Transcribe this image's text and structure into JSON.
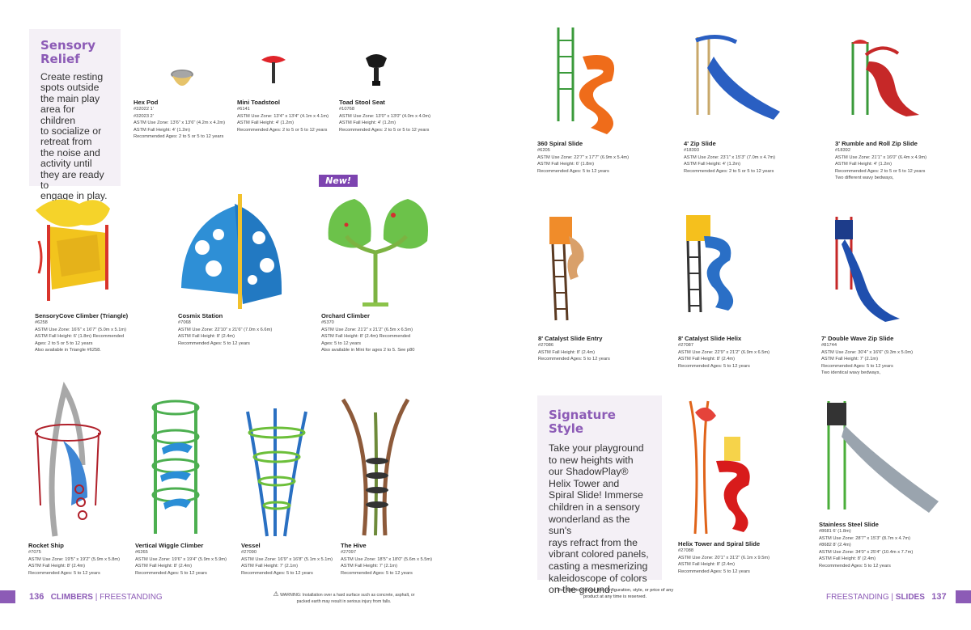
{
  "sensory_relief": {
    "title": "Sensory\nRelief",
    "body": "Create resting\nspots outside\nthe main play\narea for children\nto socialize or\nretreat from\nthe noise and\nactivity until\nthey are ready to\nengage in play."
  },
  "signature_style": {
    "title": "Signature Style",
    "body": "Take your playground\nto new heights with\nour ShadowPlay®\nHelix Tower and\nSpiral Slide! Immerse\nchildren in a sensory\nwonderland as the sun's\nrays refract from the\nvibrant colored panels,\ncasting a mesmerizing\nkaleidoscope of colors\non the ground."
  },
  "new_badge": "New!",
  "products": {
    "hex_pod": {
      "name": "Hex Pod",
      "lines": [
        "#32022   1'",
        "#32023   2'",
        "ASTM Use Zone: 13'6\" x 13'6\" (4.2m x 4.2m)",
        "ASTM Fall Height: 4' (1.2m)",
        "Recommended Ages: 2 to 5 or 5 to 12 years"
      ]
    },
    "mini_toadstool": {
      "name": "Mini Toadstool",
      "lines": [
        "#6141",
        "ASTM Use Zone: 13'4\" x 13'4\" (4.1m x 4.1m)",
        "ASTM Fall Height: 4' (1.2m)",
        "Recommended Ages: 2 to 5 or 5 to 12 years"
      ]
    },
    "toad_stool_seat": {
      "name": "Toad Stool Seat",
      "lines": [
        "#10768",
        "ASTM Use Zone: 13'0\" x 13'0\" (4.0m x 4.0m)",
        "ASTM Fall Height: 4' (1.2m)",
        "Recommended Ages: 2 to 5 or 5 to 12 years"
      ]
    },
    "sensory_cove": {
      "name": "SensoryCove Climber (Triangle)",
      "lines": [
        "#6258",
        "ASTM Use Zone: 16'6\" x 16'7\" (5.0m x 5.1m)",
        "ASTM Fall Height: 6' (1.8m) Recommended",
        "Ages: 2 to 5 or 5 to 12 years",
        "Also available in Triangle #6258."
      ]
    },
    "cosmix_station": {
      "name": "Cosmix Station",
      "lines": [
        "#7068",
        "ASTM Use Zone: 22'10\" x 21'6\" (7.0m x 6.6m)",
        "ASTM Fall Height: 8' (2.4m)",
        "Recommended Ages: 5 to 12 years"
      ]
    },
    "orchard_climber": {
      "name": "Orchard Climber",
      "lines": [
        "#5370",
        "ASTM Use Zone: 21'2\" x 21'2\" (6.5m x 6.5m)",
        "ASTM Fall Height: 8' (2.4m) Recommended",
        "Ages: 5 to 12 years",
        "Also available in Mini for ages 2 to 5. See p80"
      ]
    },
    "rocket_ship": {
      "name": "Rocket Ship",
      "lines": [
        "#7075",
        "ASTM Use Zone: 19'5\" x 19'2\" (5.9m x 5.8m)",
        "ASTM Fall Height: 8' (2.4m)",
        "Recommended Ages: 5 to 12 years"
      ]
    },
    "vertical_wiggle": {
      "name": "Vertical Wiggle Climber",
      "lines": [
        "#6265",
        "ASTM Use Zone: 19'6\" x 19'4\" (5.9m x 5.9m)",
        "ASTM Fall Height: 8' (2.4m)",
        "Recommended Ages: 5 to 12 years"
      ]
    },
    "vessel": {
      "name": "Vessel",
      "lines": [
        "#27090",
        "ASTM Use Zone: 16'9\" x 16'8\" (5.1m x 5.1m)",
        "ASTM Fall Height: 7' (2.1m)",
        "Recommended Ages: 5 to 12 years"
      ]
    },
    "the_hive": {
      "name": "The Hive",
      "lines": [
        "#27097",
        "ASTM Use Zone: 18'5\" x 18'0\" (5.6m x 5.5m)",
        "ASTM Fall Height: 7' (2.1m)",
        "Recommended Ages: 5 to 12 years"
      ]
    },
    "spiral_360": {
      "name": "360 Spiral Slide",
      "lines": [
        "#6205",
        "ASTM Use Zone: 22'7\" x 17'7\" (6.9m x 5.4m)",
        "ASTM Fall Height: 6' (1.8m)",
        "Recommended Ages: 5 to 12 years"
      ]
    },
    "zip_slide": {
      "name": "4' Zip Slide",
      "lines": [
        "#18393",
        " ASTM Use Zone: 23'1\" x 15'3\" (7.0m x 4.7m)",
        "ASTM Fall Height: 4' (1.2m)",
        "Recommended Ages: 2 to 5 or 5 to 12 years"
      ]
    },
    "rumble_roll": {
      "name": "3' Rumble and Roll Zip Slide",
      "lines": [
        "#18392",
        "ASTM Use Zone: 21'1\" x 16'0\" (6.4m x 4.9m)",
        "ASTM Fall Height: 4' (1.2m)",
        "Recommended Ages: 2 to 5 or 5 to 12 years",
        "Two different wavy bedways,"
      ]
    },
    "catalyst_entry": {
      "name": "8' Catalyst Slide Entry",
      "lines": [
        "#27086",
        "ASTM Fall Height: 8' (2.4m)",
        "Recommended Ages: 5 to 12 years"
      ]
    },
    "catalyst_helix": {
      "name": "8' Catalyst Slide Helix",
      "lines": [
        "#27087",
        "ASTM Use Zone: 22'9\" x 21'2\" (6.9m x 6.5m)",
        "ASTM Fall Height: 8' (2.4m)",
        "Recommended Ages: 5 to 12 years"
      ]
    },
    "double_wave": {
      "name": "7' Double Wave Zip Slide",
      "lines": [
        "#81744",
        "ASTM Use Zone: 30'4\" x 16'6\" (9.3m x 5.0m)",
        "ASTM Fall Height: 7' (2.1m)",
        "Recommended Ages: 5 to 12 years",
        "Two identical wavy bedways,"
      ]
    },
    "helix_tower": {
      "name": "Helix Tower and Spiral Slide",
      "lines": [
        "#27088",
        "ASTM Use Zone: 20'1\" x 31'2\" (6.1m x 9.5m)",
        "ASTM Fall Height: 8' (2.4m)",
        "Recommended Ages: 5 to 12 years"
      ]
    },
    "stainless": {
      "name": "Stainless Steel Slide",
      "lines": [
        "#8681   6' (1.8m)",
        "ASTM Use Zone: 28'7\" x 15'3\" (8.7m x 4.7m)",
        "#8682   8' (2.4m)",
        "ASTM Use Zone: 34'0\" x 25'4\" (10.4m x 7.7m)",
        "ASTM Fall Height: 8' (2.4m)",
        "Recommended Ages: 5 to 12 years"
      ]
    }
  },
  "footer": {
    "left_page": "136",
    "left_section": "CLIMBERS",
    "left_sub": "FREESTANDING",
    "separator": "|",
    "right_sub": "FREESTANDING",
    "right_section": "SLIDES",
    "right_page": "137",
    "warning": "WARNING: Installation over a hard surface such as concrete, asphalt, or packed earth may result in serious injury from falls.",
    "rights": "The right to change the configuration, style, or price of any product at any time is reserved."
  },
  "colors": {
    "accent": "#8c5bb6",
    "badge": "#7d44b0",
    "callout_bg": "#f4f0f6"
  }
}
